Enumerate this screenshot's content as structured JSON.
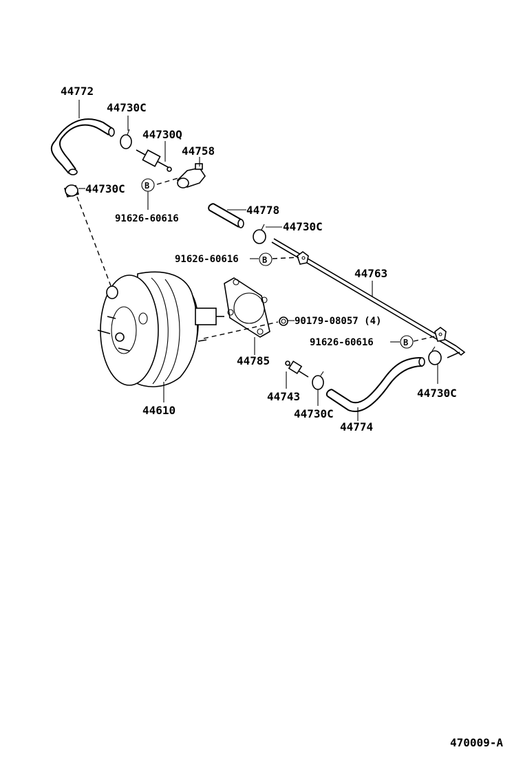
{
  "labels": {
    "hose_top": "44772",
    "clamp_a": "44730C",
    "check_valve": "44730Q",
    "union": "44758",
    "clamp_b": "44730C",
    "bolt_b1": "91626-60616",
    "bolt_b1_mark": "B",
    "hose_mid": "44778",
    "clamp_c": "44730C",
    "bolt_b2": "91626-60616",
    "bolt_b2_mark": "B",
    "pipe": "44763",
    "nut": "90179-08057 (4)",
    "bolt_b3": "91626-60616",
    "bolt_b3_mark": "B",
    "gasket": "44785",
    "fitting": "44743",
    "clamp_d": "44730C",
    "booster": "44610",
    "clamp_e": "44730C",
    "hose_low": "44774",
    "figure_id": "470009-A"
  }
}
